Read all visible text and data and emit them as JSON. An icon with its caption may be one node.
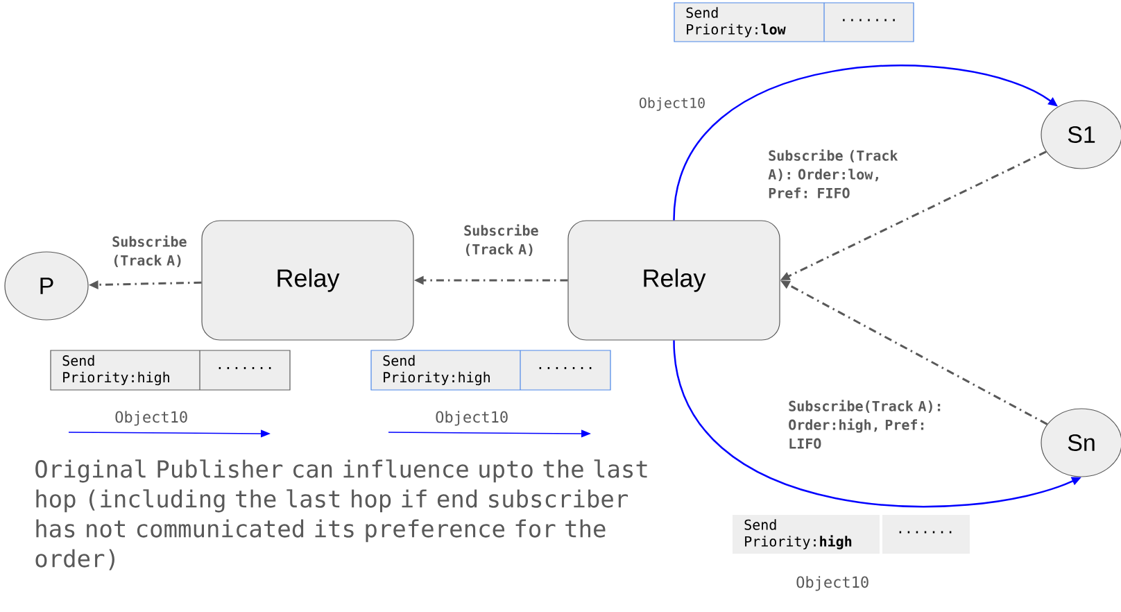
{
  "diagram": {
    "nodes": [
      {
        "text": [
          "P"
        ]
      },
      {
        "text": [
          "Relay"
        ]
      },
      {
        "text": [
          "Relay"
        ]
      },
      {
        "text": [
          "S1"
        ]
      },
      {
        "text": [
          "Sn"
        ]
      },
      {
        "text": [
          "Send Priority:high",
          "......."
        ]
      },
      {
        "text": [
          "Send Priority:high",
          "......."
        ]
      },
      {
        "text": [
          "Send Priority:**low**",
          "......."
        ]
      },
      {
        "text": [
          "Send Priority:**high**",
          "......."
        ]
      }
    ],
    "edges": [
      {
        "from": 1,
        "to": 0,
        "arrow": "to",
        "style": "dashed",
        "label": "Subscribe (Track A)"
      },
      {
        "from": 2,
        "to": 1,
        "arrow": "to",
        "style": "dashed",
        "label": "Subscribe (Track A)"
      },
      {
        "from": 3,
        "to": 2,
        "arrow": "to",
        "style": "dashed",
        "label": "Subscribe (Track A): Order:low, Pref: FIFO"
      },
      {
        "from": 4,
        "to": 2,
        "arrow": "to",
        "style": "dashed",
        "label": "Subscribe(Track A): Order:high, Pref: LIFO"
      },
      {
        "from": 2,
        "to": 3,
        "arrow": "to",
        "color": "#0000ff",
        "label": "Object10"
      },
      {
        "from": 2,
        "to": 4,
        "arrow": "to",
        "color": "#0000ff"
      }
    ],
    "labels": [
      "Object10",
      "Object10",
      "Original Publisher can influence upto the last hop (including the last hop if end subscriber has not communicated its preference for the order)",
      "Object10"
    ]
  }
}
